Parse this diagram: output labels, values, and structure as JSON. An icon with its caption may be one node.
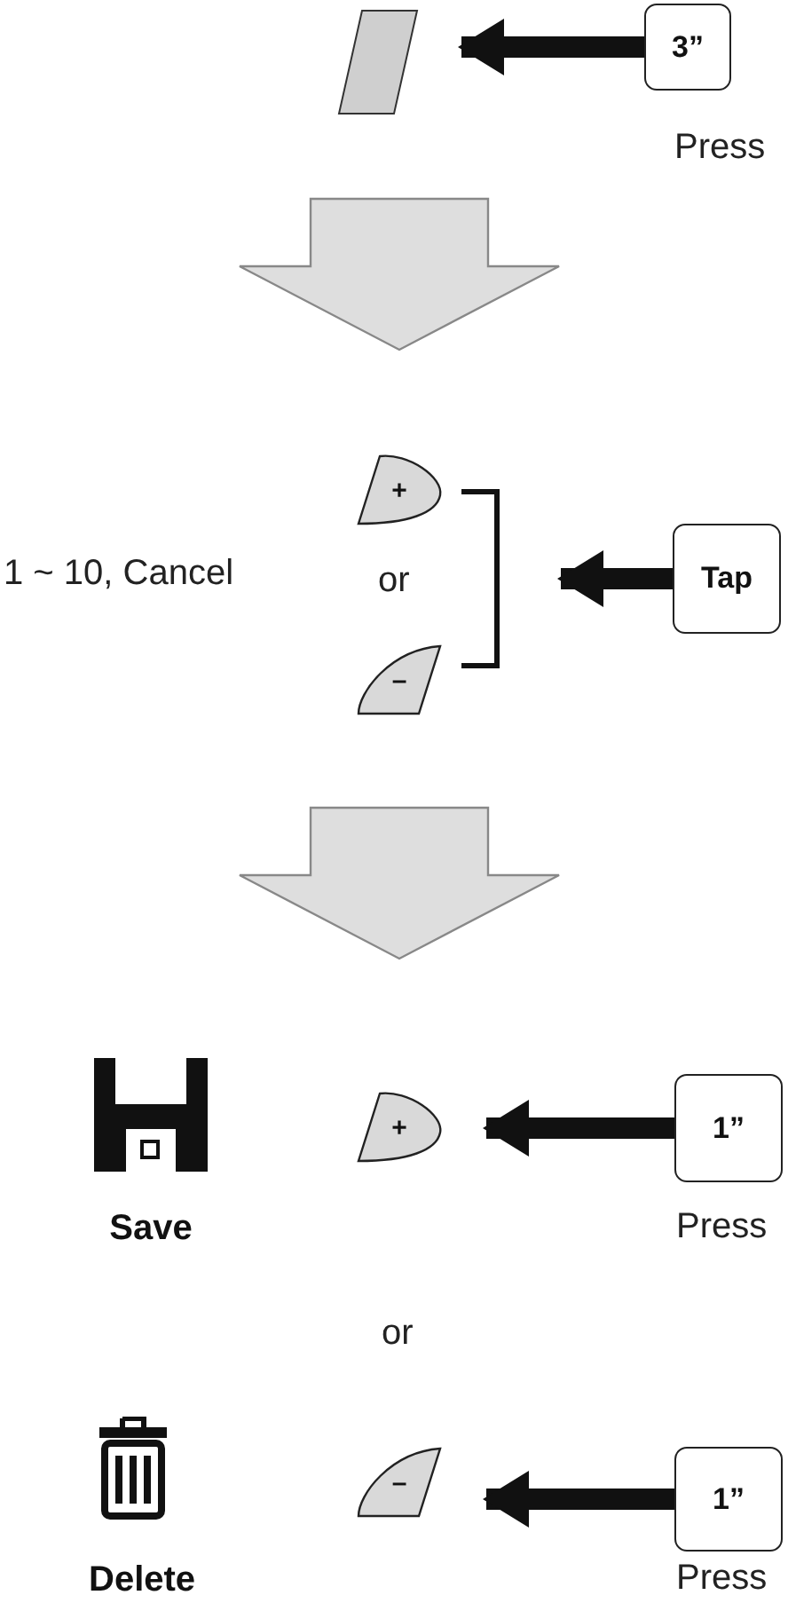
{
  "diagram": {
    "nodes": [
      {
        "text": [],
        "shape": "button"
      },
      {
        "text": [
          "3”"
        ],
        "beside": [
          "Press"
        ]
      },
      {
        "text": [
          "+"
        ]
      },
      {
        "text": [
          "–"
        ]
      },
      {
        "text": [],
        "shape": "bracket"
      },
      {
        "text": [
          "Tap"
        ]
      },
      {
        "text": [
          "Save"
        ]
      },
      {
        "text": [
          "+"
        ]
      },
      {
        "text": [
          "1”"
        ],
        "beside": [
          "Press"
        ]
      },
      {
        "text": [
          "Delete"
        ]
      },
      {
        "text": [
          "–"
        ]
      },
      {
        "text": [
          "1”"
        ],
        "beside": [
          "Press"
        ]
      }
    ],
    "edges": [
      {
        "from": 1,
        "to": 0,
        "arrow": "to"
      },
      {
        "from": 5,
        "to": 4,
        "arrow": "to"
      },
      {
        "from": 8,
        "to": 7,
        "arrow": "to"
      },
      {
        "from": 11,
        "to": 10,
        "arrow": "to"
      }
    ],
    "labels": [
      "1 ~ 10, Cancel",
      "or",
      "or"
    ]
  }
}
